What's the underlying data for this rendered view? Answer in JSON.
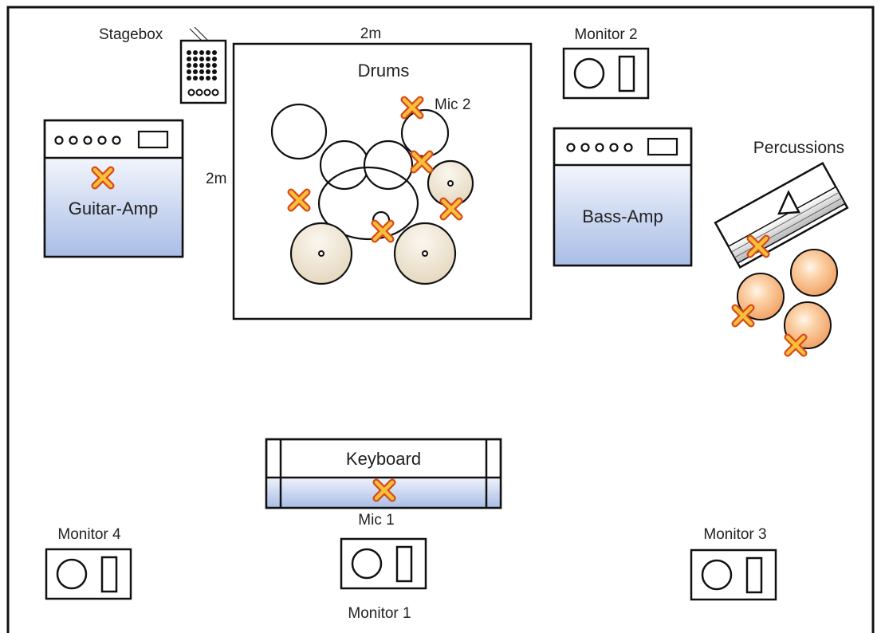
{
  "labels": {
    "stagebox": "Stagebox",
    "drums": "Drums",
    "drums_width": "2m",
    "drums_depth": "2m",
    "mic2": "Mic 2",
    "mic1": "Mic 1",
    "guitar_amp": "Guitar-Amp",
    "bass_amp": "Bass-Amp",
    "percussions": "Percussions",
    "keyboard": "Keyboard",
    "monitor1": "Monitor 1",
    "monitor2": "Monitor 2",
    "monitor3": "Monitor 3",
    "monitor4": "Monitor 4"
  },
  "colors": {
    "amp_blue_top": "#f2f5fc",
    "amp_blue_bottom": "#a9bde6",
    "cymbal_light": "#fbf7ef",
    "cymbal_dark": "#e7dcc5",
    "conga_light": "#fff4e8",
    "conga_dark": "#f2a86c",
    "mic_fill": "#f6c039",
    "mic_stroke": "#d9481c"
  },
  "icons": {
    "mic": "x-cross-mic-icon",
    "monitor": "wedge-speaker-icon",
    "stagebox": "stagebox-icon"
  }
}
